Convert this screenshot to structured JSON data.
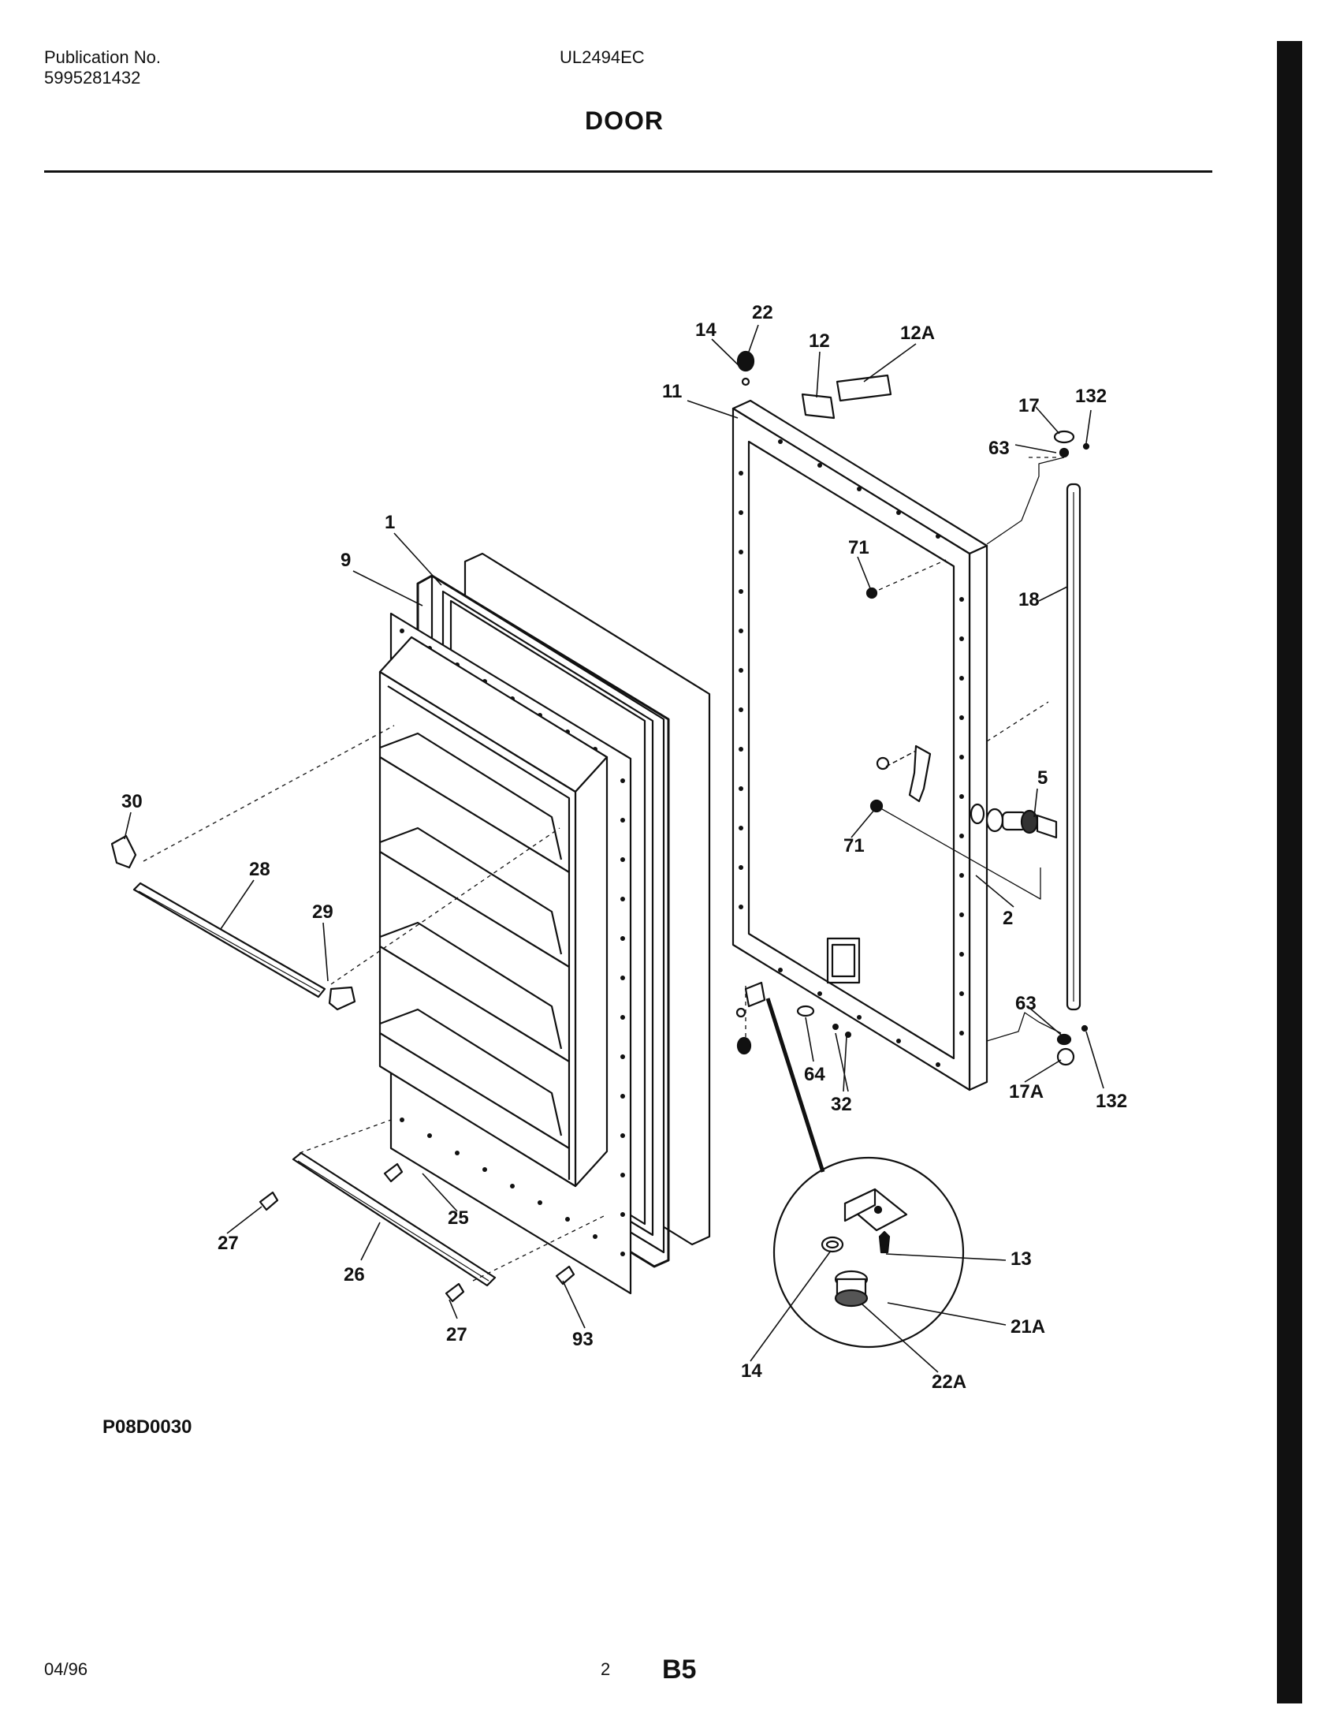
{
  "header": {
    "publication_label": "Publication No.",
    "publication_number": "5995281432",
    "model": "UL2494EC",
    "title": "DOOR"
  },
  "callouts": {
    "c1": "1",
    "c2": "2",
    "c5": "5",
    "c9": "9",
    "c11": "11",
    "c12": "12",
    "c12a": "12A",
    "c13": "13",
    "c14_top": "14",
    "c14_detail": "14",
    "c17": "17",
    "c17a": "17A",
    "c18": "18",
    "c21a": "21A",
    "c22": "22",
    "c22a": "22A",
    "c25": "25",
    "c26": "26",
    "c27_upper": "27",
    "c27_lower": "27",
    "c28": "28",
    "c29": "29",
    "c30": "30",
    "c32": "32",
    "c63_top": "63",
    "c63_bottom": "63",
    "c64": "64",
    "c71_upper": "71",
    "c71_lower": "71",
    "c93": "93",
    "c132_top": "132",
    "c132_bottom": "132"
  },
  "footer": {
    "figure_code": "P08D0030",
    "date": "04/96",
    "page": "2",
    "section": "B5"
  }
}
